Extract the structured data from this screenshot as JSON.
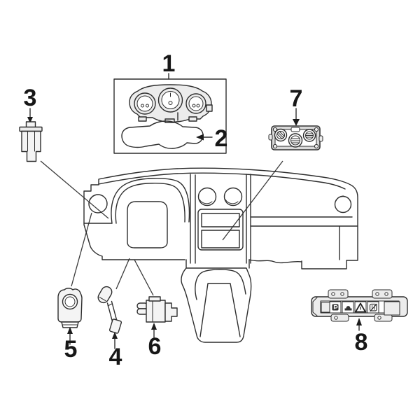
{
  "figure": {
    "callouts": {
      "c1": "1",
      "c2": "2",
      "c3": "3",
      "c4": "4",
      "c5": "5",
      "c6": "6",
      "c7": "7",
      "c8": "8"
    }
  },
  "colors": {
    "background": "#ffffff",
    "line": "#2d2d2d",
    "shade": "#ececec",
    "label": "#171717"
  }
}
